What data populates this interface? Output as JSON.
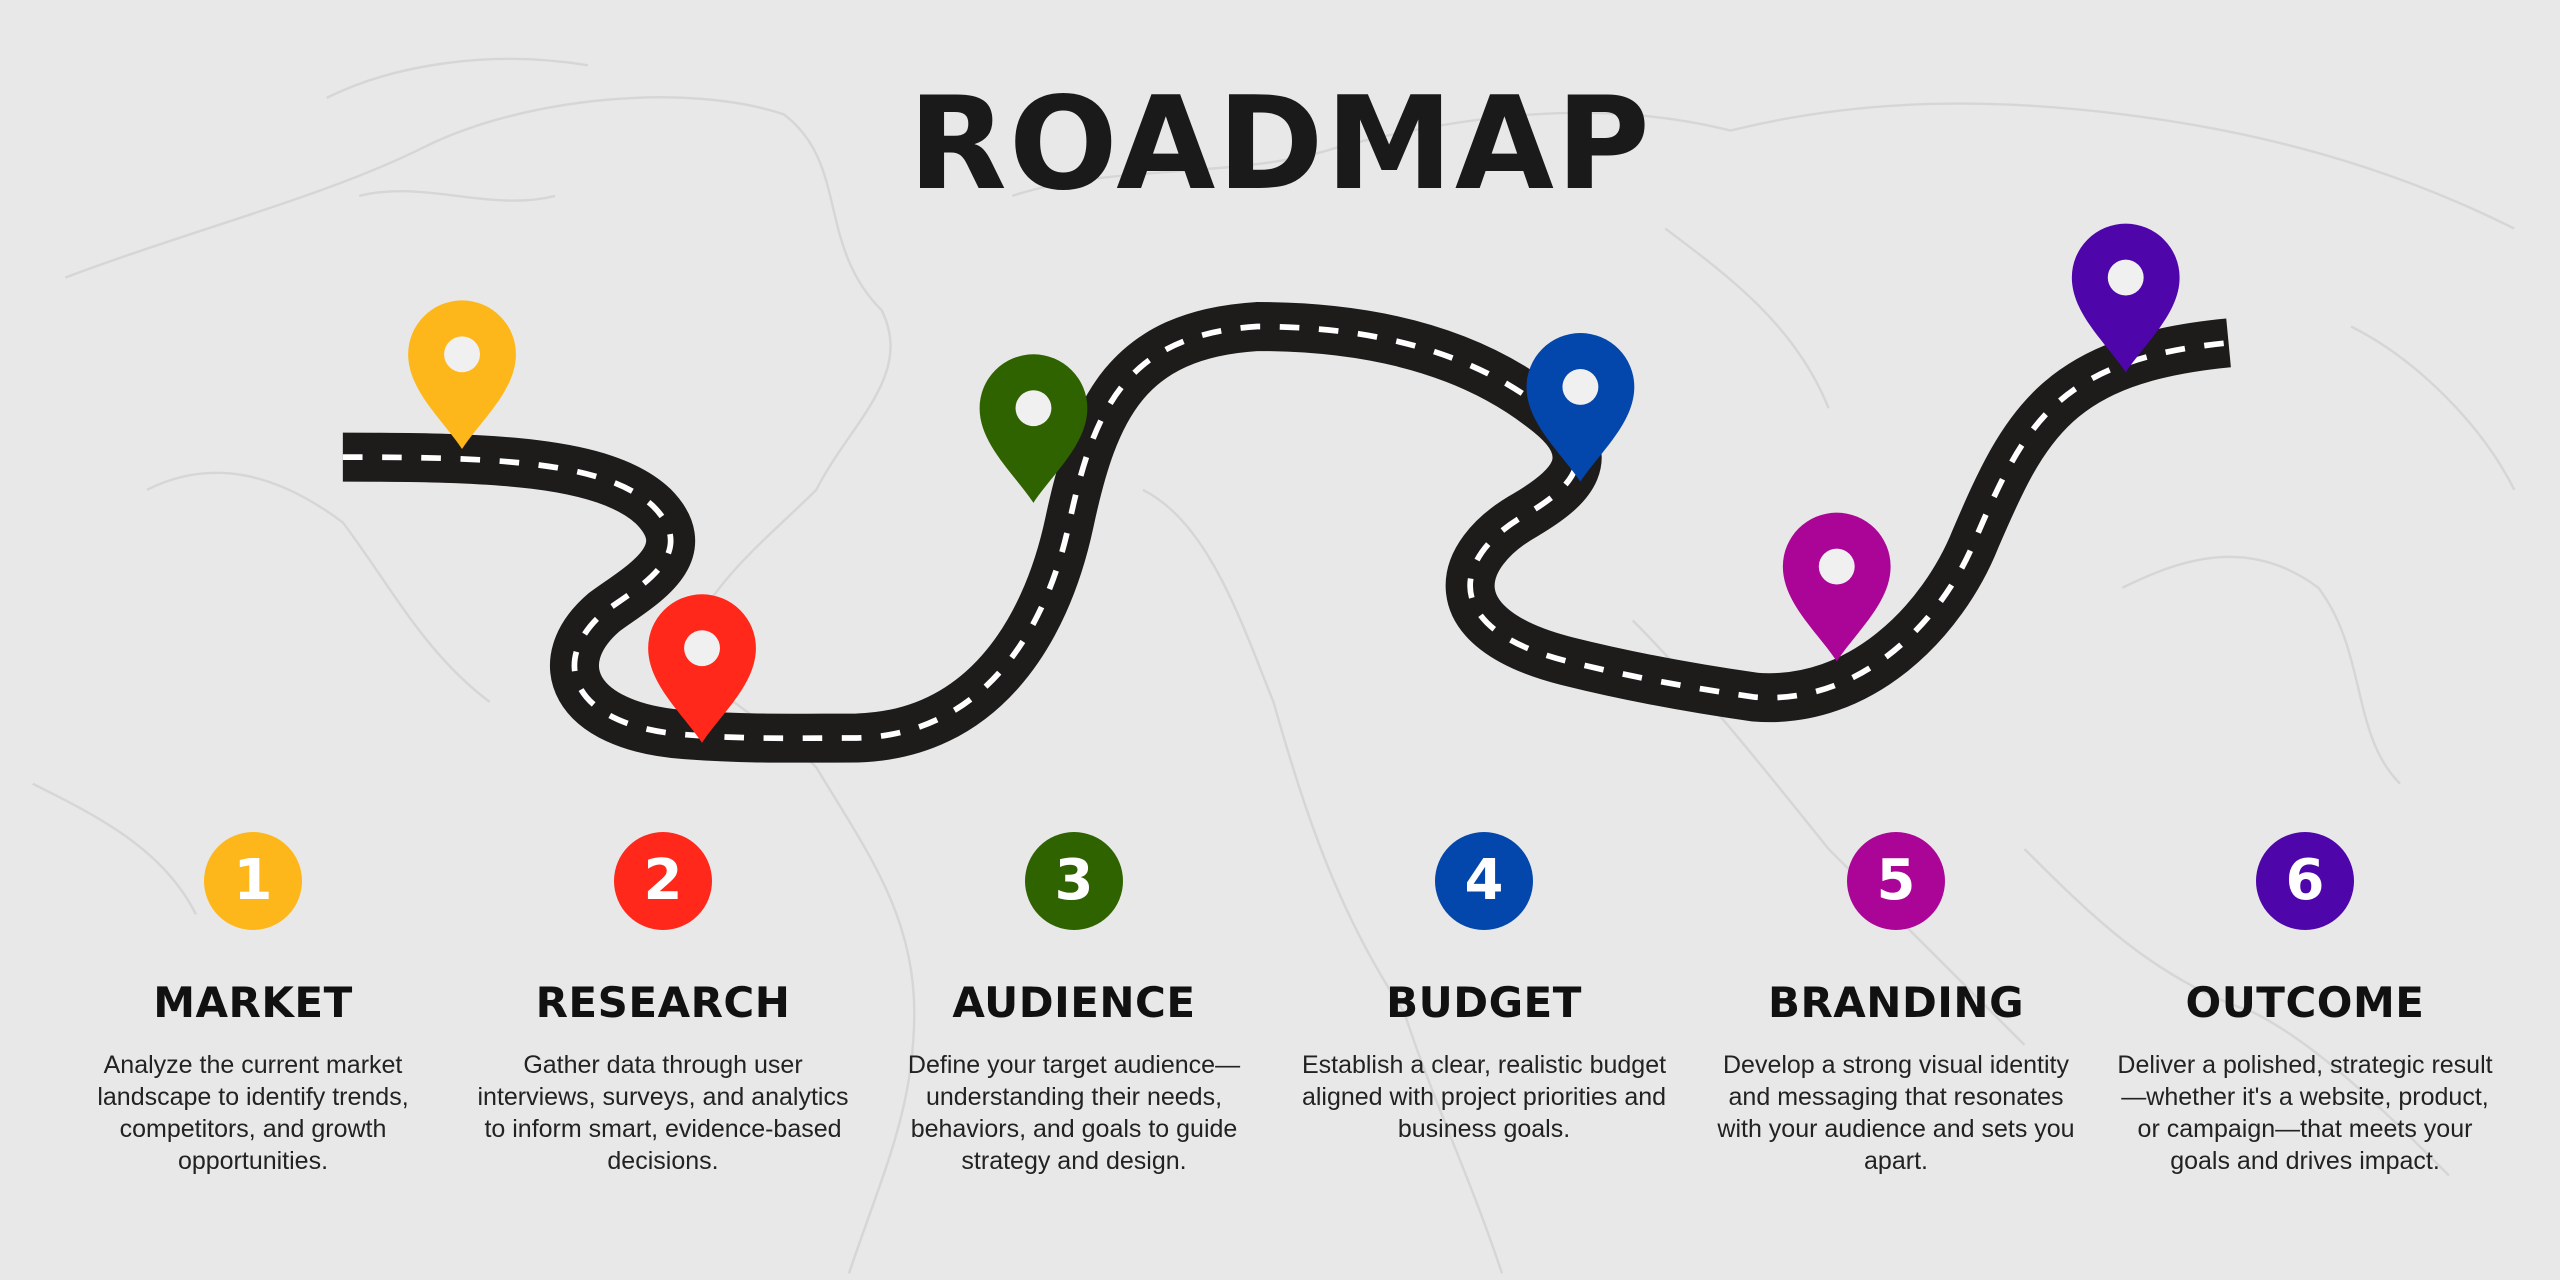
{
  "title": "ROADMAP",
  "steps": [
    {
      "number": "1",
      "heading": "MARKET",
      "description": "Analyze the current market landscape to identify trends, competitors, and growth opportunities.",
      "color": "#FDB71A"
    },
    {
      "number": "2",
      "heading": "RESEARCH",
      "description": "Gather data through user interviews, surveys, and analytics to inform smart, evidence-based decisions.",
      "color": "#FF281A"
    },
    {
      "number": "3",
      "heading": "AUDIENCE",
      "description": "Define your target audience—understanding their needs, behaviors, and goals to guide strategy and design.",
      "color": "#2F6300"
    },
    {
      "number": "4",
      "heading": "BUDGET",
      "description": "Establish a clear, realistic budget aligned with project priorities and business goals.",
      "color": "#0347AC"
    },
    {
      "number": "5",
      "heading": "BRANDING",
      "description": "Develop a strong visual identity and messaging that resonates with your audience and sets you apart.",
      "color": "#AA0597"
    },
    {
      "number": "6",
      "heading": "OUTCOME",
      "description": "Deliver a polished, strategic result—whether it's a website, product, or campaign—that meets your goals and drives impact.",
      "color": "#4E05AA"
    }
  ],
  "colors": {
    "background": "#E8E8E8",
    "road": "#1E1B1B",
    "road_marking": "#FFFFFF"
  }
}
